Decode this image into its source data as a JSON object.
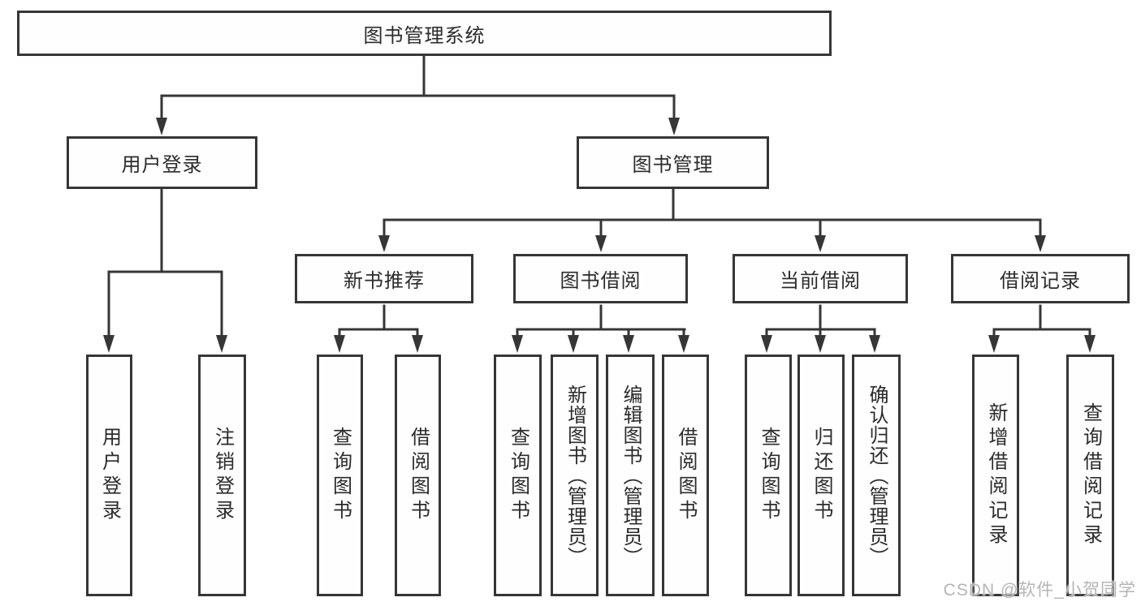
{
  "diagram": {
    "root": {
      "label": "图书管理系统"
    },
    "branches": [
      {
        "label": "用户登录",
        "leaves": [
          {
            "label": "用户登录"
          },
          {
            "label": "注销登录"
          }
        ]
      },
      {
        "label": "图书管理",
        "children": [
          {
            "label": "新书推荐",
            "leaves": [
              {
                "label": "查询图书"
              },
              {
                "label": "借阅图书"
              }
            ]
          },
          {
            "label": "图书借阅",
            "leaves": [
              {
                "label": "查询图书"
              },
              {
                "label": "新增图书（管理员）"
              },
              {
                "label": "编辑图书（管理员）"
              },
              {
                "label": "借阅图书"
              }
            ]
          },
          {
            "label": "当前借阅",
            "leaves": [
              {
                "label": "查询图书"
              },
              {
                "label": "归还图书"
              },
              {
                "label": "确认归还（管理员）"
              }
            ]
          },
          {
            "label": "借阅记录",
            "leaves": [
              {
                "label": "新增借阅记录"
              },
              {
                "label": "查询借阅记录"
              }
            ]
          }
        ]
      }
    ]
  },
  "watermark": {
    "text": "CSDN @软件_小贺同学"
  },
  "colors": {
    "line": "#363636",
    "text": "#2b2b2b",
    "background": "#ffffff",
    "watermark": "#b5b5b5"
  }
}
